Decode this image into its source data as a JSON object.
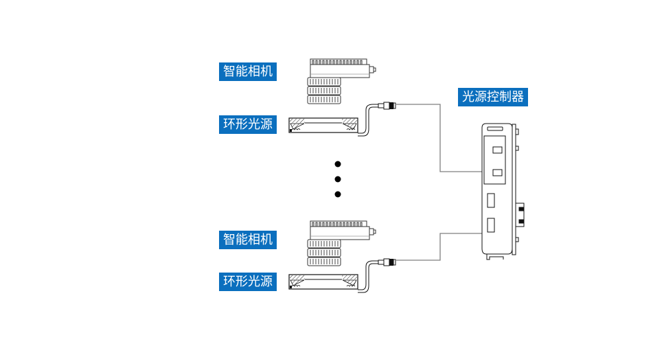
{
  "colors": {
    "label_bg": "#0B6FBE",
    "label_text": "#FFFFFF",
    "line": "#7F7F7F",
    "outline": "#1A1A1A"
  },
  "groups": [
    {
      "camera_label": "智能相机",
      "light_label": "环形光源"
    },
    {
      "camera_label": "智能相机",
      "light_label": "环形光源"
    }
  ],
  "controller": {
    "label": "光源控制器"
  },
  "ellipsis": {
    "dots": 3
  }
}
